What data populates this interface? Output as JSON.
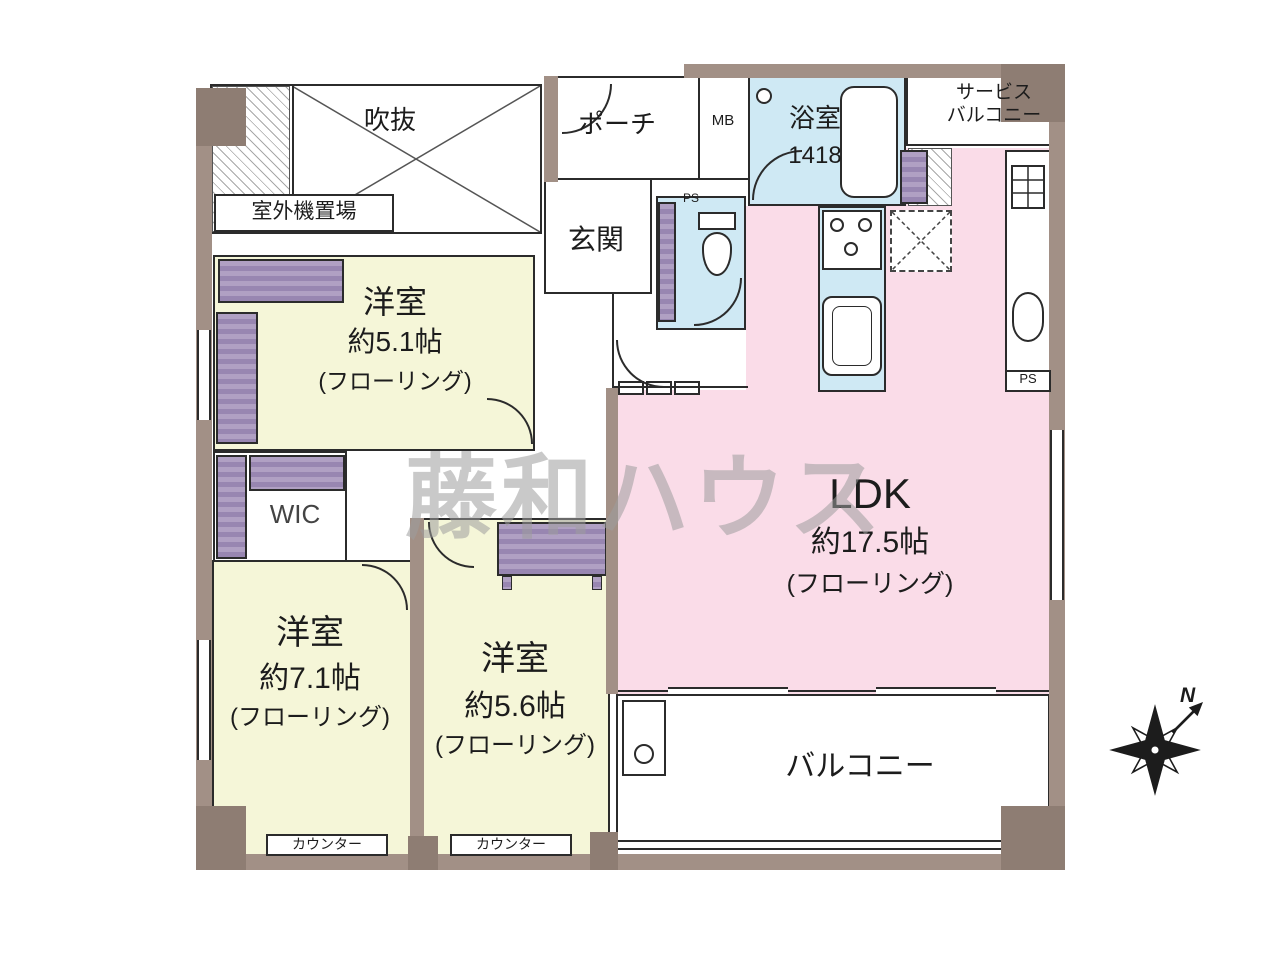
{
  "watermark": "藤和ハウス",
  "compass": {
    "n": "N"
  },
  "labels": {
    "void": "吹抜",
    "outdoor_unit": "室外機置場",
    "porch": "ポーチ",
    "mb": "MB",
    "bath_name": "浴室",
    "bath_size": "1418",
    "service_line1": "サービス",
    "service_line2": "バルコニー",
    "entrance": "玄関",
    "ps": "PS",
    "bedroom1_name": "洋室",
    "bedroom1_size": "約5.1帖",
    "bedroom1_floor": "(フローリング)",
    "wic": "WIC",
    "bedroom2_name": "洋室",
    "bedroom2_size": "約7.1帖",
    "bedroom2_floor": "(フローリング)",
    "bedroom3_name": "洋室",
    "bedroom3_size": "約5.6帖",
    "bedroom3_floor": "(フローリング)",
    "ldk_name": "LDK",
    "ldk_size": "約17.5帖",
    "ldk_floor": "(フローリング)",
    "balcony": "バルコニー",
    "counter": "カウンター"
  },
  "colors": {
    "wall": "#a29086",
    "bedroom": "#f5f6d8",
    "ldk": "#fadce8",
    "wet_area": "#cfe9f4",
    "closet": "#a596bb"
  }
}
